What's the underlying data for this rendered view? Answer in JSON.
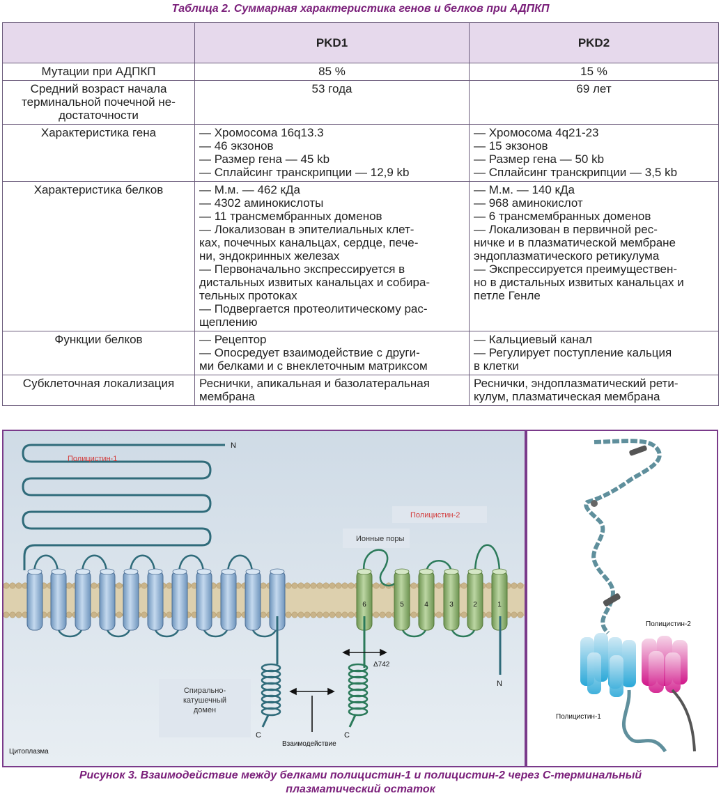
{
  "table": {
    "caption": "Таблица 2. Суммарная характеристика генов и белков при АДПКП",
    "headers": [
      "",
      "PKD1",
      "PKD2"
    ],
    "rows": [
      {
        "label": [
          "Мутации при АДПКП"
        ],
        "pkd1": [
          "85 %"
        ],
        "pkd2": [
          "15 %"
        ]
      },
      {
        "label": [
          "Средний возраст начала",
          "терминальной почечной не-",
          "достаточности"
        ],
        "pkd1": [
          "53 года"
        ],
        "pkd2": [
          "69 лет"
        ]
      },
      {
        "label": [
          "Характеристика гена"
        ],
        "pkd1": [
          "— Хромосома 16q13.3",
          "— 46 экзонов",
          "— Размер гена — 45 kb",
          "— Сплайсинг транскрипции — 12,9 kb"
        ],
        "pkd2": [
          "— Хромосома 4q21-23",
          "— 15 экзонов",
          "— Размер гена — 50 kb",
          "— Сплайсинг транскрипции — 3,5 kb"
        ]
      },
      {
        "label": [
          "Характеристика белков"
        ],
        "pkd1": [
          "— М.м. — 462 кДа",
          "— 4302 аминокислоты",
          "— 11 трансмембранных доменов",
          "— Локализован в эпителиальных клет-",
          "ках, почечных канальцах, сердце, пече-",
          "ни, эндокринных железах",
          "— Первоначально экспрессируется в",
          "дистальных извитых канальцах и собира-",
          "тельных протоках",
          "— Подвергается протеолитическому рас-",
          "щеплению"
        ],
        "pkd2": [
          "— М.м. — 140 кДа",
          "— 968 аминокислот",
          "— 6 трансмембранных доменов",
          "— Локализован в первичной рес-",
          "ничке и в плазматической мембране",
          "эндоплазматического ретикулума",
          "— Экспрессируется преимуществен-",
          "но в дистальных извитых канальцах и",
          "петле Генле"
        ]
      },
      {
        "label": [
          "Функции белков"
        ],
        "pkd1": [
          "— Рецептор",
          "— Опосредует взаимодействие с други-",
          "ми белками и с внеклеточным матриксом"
        ],
        "pkd2": [
          "— Кальциевый канал",
          "— Регулирует поступление кальция",
          "в клетки"
        ]
      },
      {
        "label": [
          "Субклеточная локализация"
        ],
        "pkd1": [
          "Реснички, апикальная и базолатеральная",
          "мембрана"
        ],
        "pkd2": [
          "Реснички, эндоплазматический рети-",
          "кулум, плазматическая мембрана"
        ]
      }
    ]
  },
  "figure": {
    "caption_line1": "Рисунок 3. Взаимодействие между белками полицистин-1 и полицистин-2 через С-терминальный",
    "caption_line2": "плазматический остаток",
    "left": {
      "polycystin1": "Полицистин-1",
      "polycystin2": "Полицистин-2",
      "ion_pores": "Ионные поры",
      "n1": "N",
      "n2": "N",
      "c1": "C",
      "c2": "C",
      "delta": "Δ742",
      "coil_domain": [
        "Спирально-",
        "катушечный",
        "домен"
      ],
      "interaction": "Взаимодействие",
      "cytoplasm": "Цитоплазма",
      "helix_numbers": [
        "6",
        "5",
        "4",
        "3",
        "2",
        "1"
      ]
    },
    "right": {
      "polycystin2": "Полицистин-2",
      "polycystin1": "Полицистин-1"
    },
    "colors": {
      "caption": "#7a1f7a",
      "header_bg": "#e6d9ec",
      "membrane": "#d9c7a0",
      "helix_blue": "#8fb3d6",
      "helix_green": "#8fb070",
      "chain": "#2f6b7a",
      "label_red": "#d23a3a"
    }
  }
}
